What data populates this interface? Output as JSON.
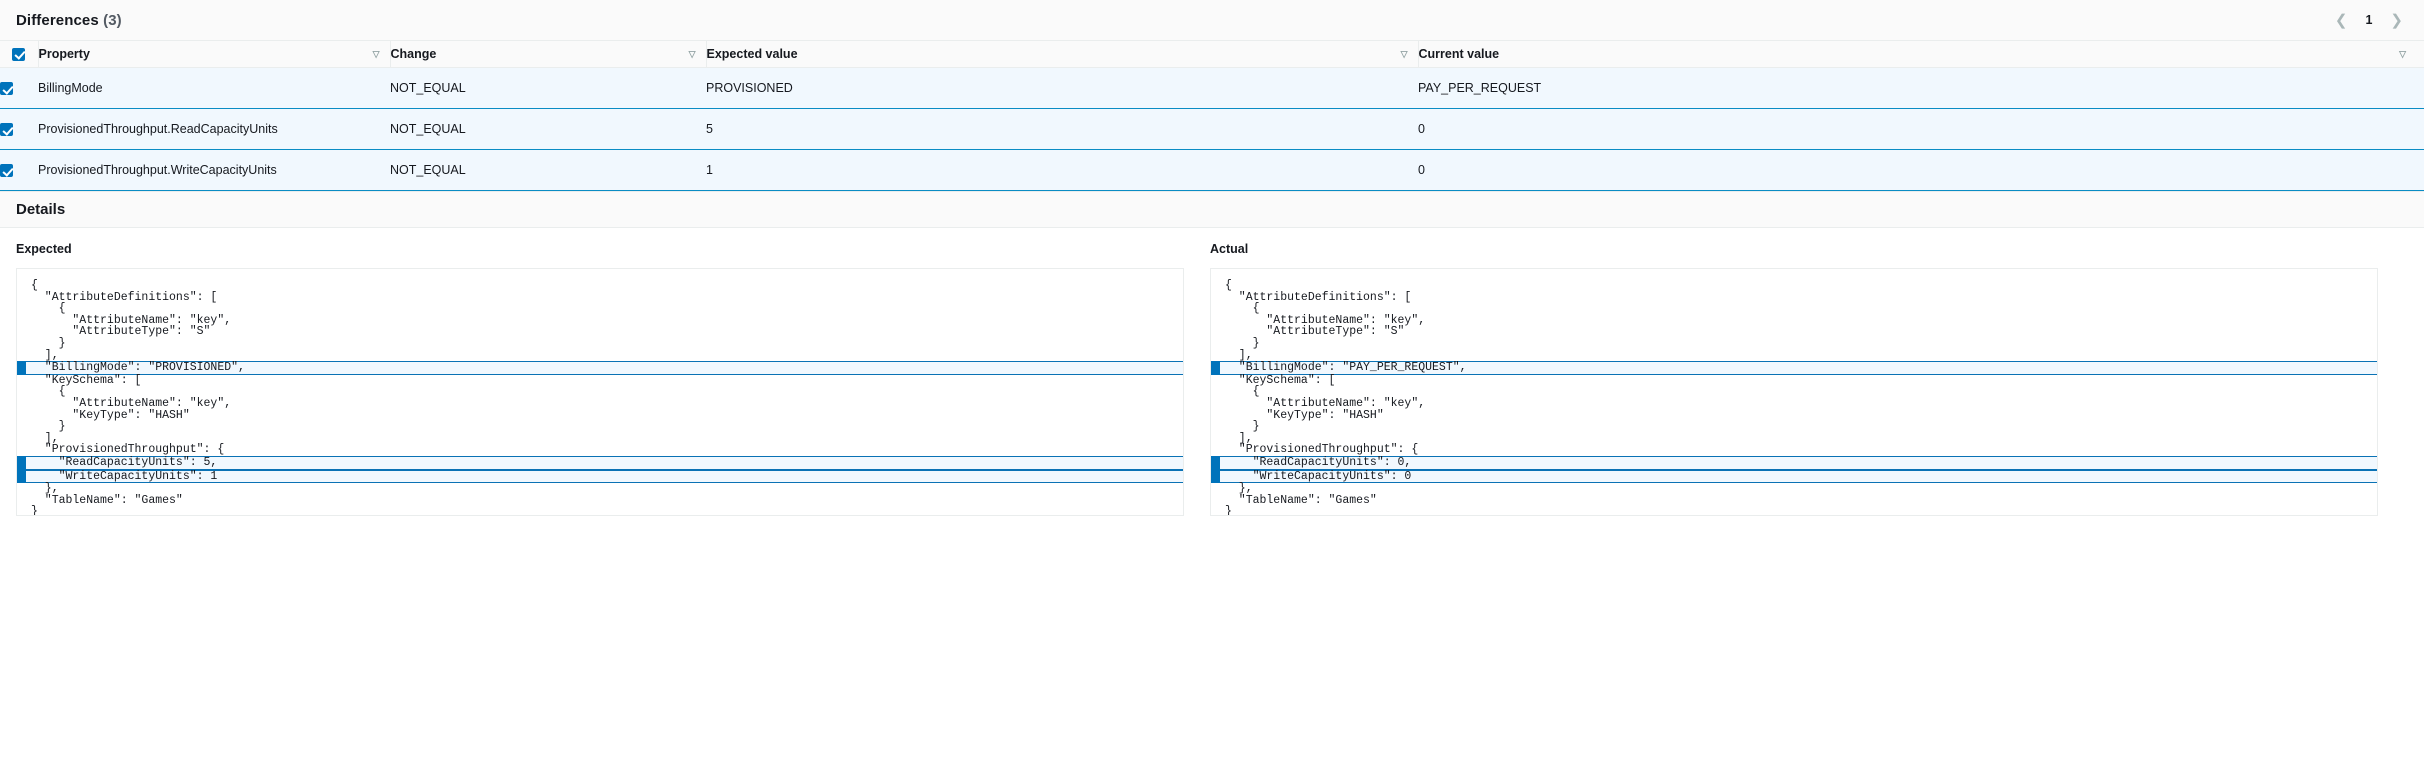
{
  "differences": {
    "title": "Differences",
    "count": "(3)",
    "pagination": {
      "prev_icon": "chevron-left-icon",
      "page": "1",
      "next_icon": "chevron-right-icon"
    },
    "columns": [
      {
        "label": "Property",
        "sort_icon": "sort-descending-icon"
      },
      {
        "label": "Change",
        "sort_icon": "sort-descending-icon"
      },
      {
        "label": "Expected value",
        "sort_icon": "sort-descending-icon"
      },
      {
        "label": "Current value",
        "sort_icon": "sort-descending-icon"
      }
    ],
    "rows": [
      {
        "property": "BillingMode",
        "change": "NOT_EQUAL",
        "expected_value": "PROVISIONED",
        "current_value": "PAY_PER_REQUEST",
        "selected": true
      },
      {
        "property": "ProvisionedThroughput.ReadCapacityUnits",
        "change": "NOT_EQUAL",
        "expected_value": "5",
        "current_value": "0",
        "selected": true
      },
      {
        "property": "ProvisionedThroughput.WriteCapacityUnits",
        "change": "NOT_EQUAL",
        "expected_value": "1",
        "current_value": "0",
        "selected": true
      }
    ]
  },
  "details": {
    "title": "Details",
    "expected": {
      "label": "Expected",
      "lines": [
        {
          "text": "{",
          "highlight": false
        },
        {
          "text": "  \"AttributeDefinitions\": [",
          "highlight": false
        },
        {
          "text": "    {",
          "highlight": false
        },
        {
          "text": "      \"AttributeName\": \"key\",",
          "highlight": false
        },
        {
          "text": "      \"AttributeType\": \"S\"",
          "highlight": false
        },
        {
          "text": "    }",
          "highlight": false
        },
        {
          "text": "  ],",
          "highlight": false
        },
        {
          "text": "  \"BillingMode\": \"PROVISIONED\",",
          "highlight": true
        },
        {
          "text": "  \"KeySchema\": [",
          "highlight": false
        },
        {
          "text": "    {",
          "highlight": false
        },
        {
          "text": "      \"AttributeName\": \"key\",",
          "highlight": false
        },
        {
          "text": "      \"KeyType\": \"HASH\"",
          "highlight": false
        },
        {
          "text": "    }",
          "highlight": false
        },
        {
          "text": "  ],",
          "highlight": false
        },
        {
          "text": "  \"ProvisionedThroughput\": {",
          "highlight": false
        },
        {
          "text": "    \"ReadCapacityUnits\": 5,",
          "highlight": true
        },
        {
          "text": "    \"WriteCapacityUnits\": 1",
          "highlight": true
        },
        {
          "text": "  },",
          "highlight": false
        },
        {
          "text": "  \"TableName\": \"Games\"",
          "highlight": false
        },
        {
          "text": "}",
          "highlight": false
        }
      ]
    },
    "actual": {
      "label": "Actual",
      "lines": [
        {
          "text": "{",
          "highlight": false
        },
        {
          "text": "  \"AttributeDefinitions\": [",
          "highlight": false
        },
        {
          "text": "    {",
          "highlight": false
        },
        {
          "text": "      \"AttributeName\": \"key\",",
          "highlight": false
        },
        {
          "text": "      \"AttributeType\": \"S\"",
          "highlight": false
        },
        {
          "text": "    }",
          "highlight": false
        },
        {
          "text": "  ],",
          "highlight": false
        },
        {
          "text": "  \"BillingMode\": \"PAY_PER_REQUEST\",",
          "highlight": true
        },
        {
          "text": "  \"KeySchema\": [",
          "highlight": false
        },
        {
          "text": "    {",
          "highlight": false
        },
        {
          "text": "      \"AttributeName\": \"key\",",
          "highlight": false
        },
        {
          "text": "      \"KeyType\": \"HASH\"",
          "highlight": false
        },
        {
          "text": "    }",
          "highlight": false
        },
        {
          "text": "  ],",
          "highlight": false
        },
        {
          "text": "  \"ProvisionedThroughput\": {",
          "highlight": false
        },
        {
          "text": "    \"ReadCapacityUnits\": 0,",
          "highlight": true
        },
        {
          "text": "    \"WriteCapacityUnits\": 0",
          "highlight": true
        },
        {
          "text": "  },",
          "highlight": false
        },
        {
          "text": "  \"TableName\": \"Games\"",
          "highlight": false
        },
        {
          "text": "}",
          "highlight": false
        }
      ]
    }
  },
  "colors": {
    "accent": "#0073bb",
    "row_highlight_bg": "#f1f8fe",
    "row_border": "#0a8cc4",
    "header_bg": "#fafafa"
  }
}
